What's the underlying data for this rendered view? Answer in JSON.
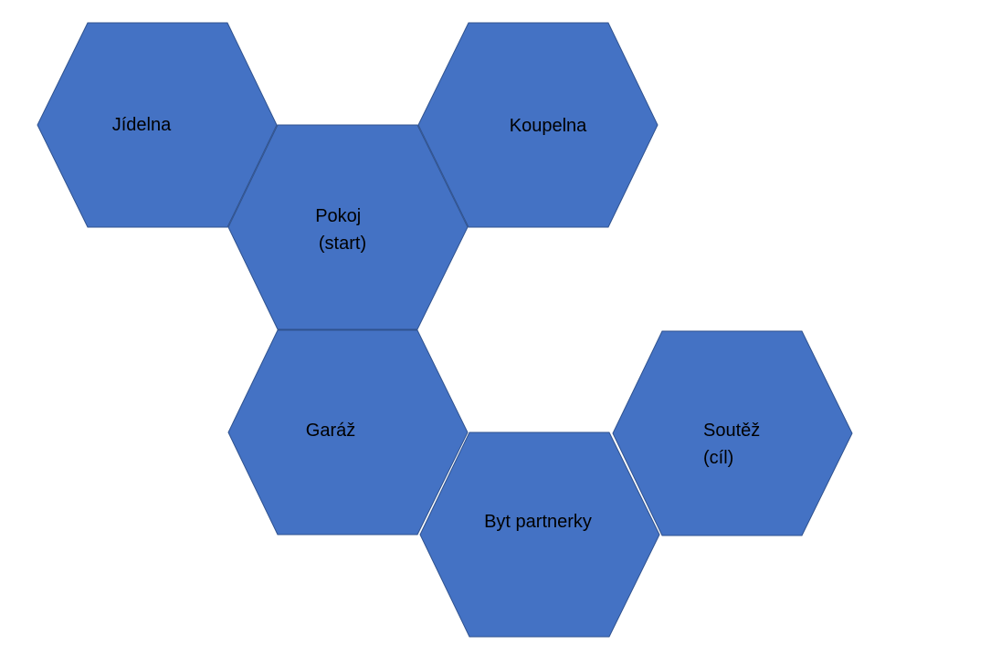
{
  "style": {
    "fill_color": "#4472c4",
    "stroke_color": "#2f528f",
    "text_color": "#000000",
    "background": "#ffffff"
  },
  "hexes": [
    {
      "id": "jidelna",
      "lines": [
        "Jídelna"
      ]
    },
    {
      "id": "pokoj",
      "lines": [
        "Pokoj",
        "(start)"
      ]
    },
    {
      "id": "koupelna",
      "lines": [
        "Koupelna"
      ]
    },
    {
      "id": "garaz",
      "lines": [
        "Garáž"
      ]
    },
    {
      "id": "byt-partnerky",
      "lines": [
        "Byt partnerky"
      ]
    },
    {
      "id": "soutez",
      "lines": [
        "Soutěž",
        "(cíl)"
      ]
    }
  ]
}
